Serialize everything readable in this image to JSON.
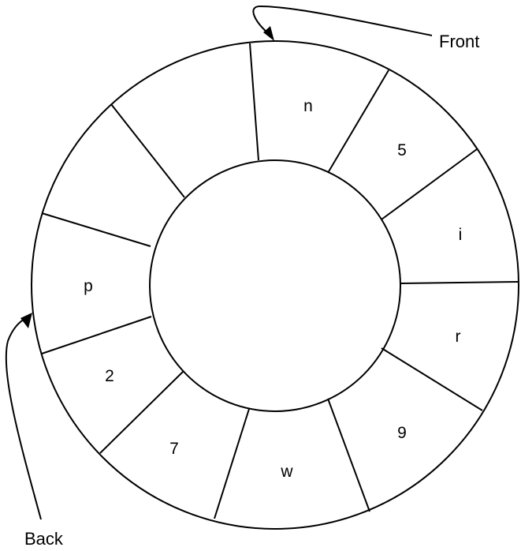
{
  "diagram": {
    "cells": [
      {
        "label": "n"
      },
      {
        "label": "5"
      },
      {
        "label": "i"
      },
      {
        "label": "r"
      },
      {
        "label": "9"
      },
      {
        "label": "w"
      },
      {
        "label": "7"
      },
      {
        "label": "2"
      },
      {
        "label": "p"
      },
      {
        "label": ""
      },
      {
        "label": ""
      }
    ],
    "pointers": {
      "front": {
        "label": "Front"
      },
      "back": {
        "label": "Back"
      }
    },
    "colors": {
      "stroke": "#000000",
      "background": "#ffffff"
    }
  }
}
